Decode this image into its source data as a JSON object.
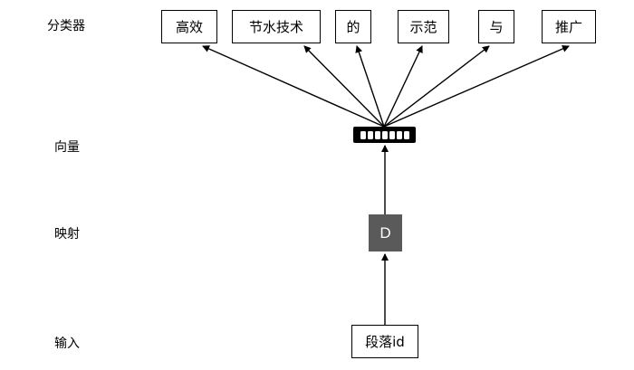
{
  "labels": {
    "classifier": "分类器",
    "vector": "向量",
    "mapping": "映射",
    "input": "输入"
  },
  "words": [
    "高效",
    "节水技术",
    "的",
    "示范",
    "与",
    "推广"
  ],
  "d_label": "D",
  "input_box": "段落id",
  "vector_cells": 7
}
